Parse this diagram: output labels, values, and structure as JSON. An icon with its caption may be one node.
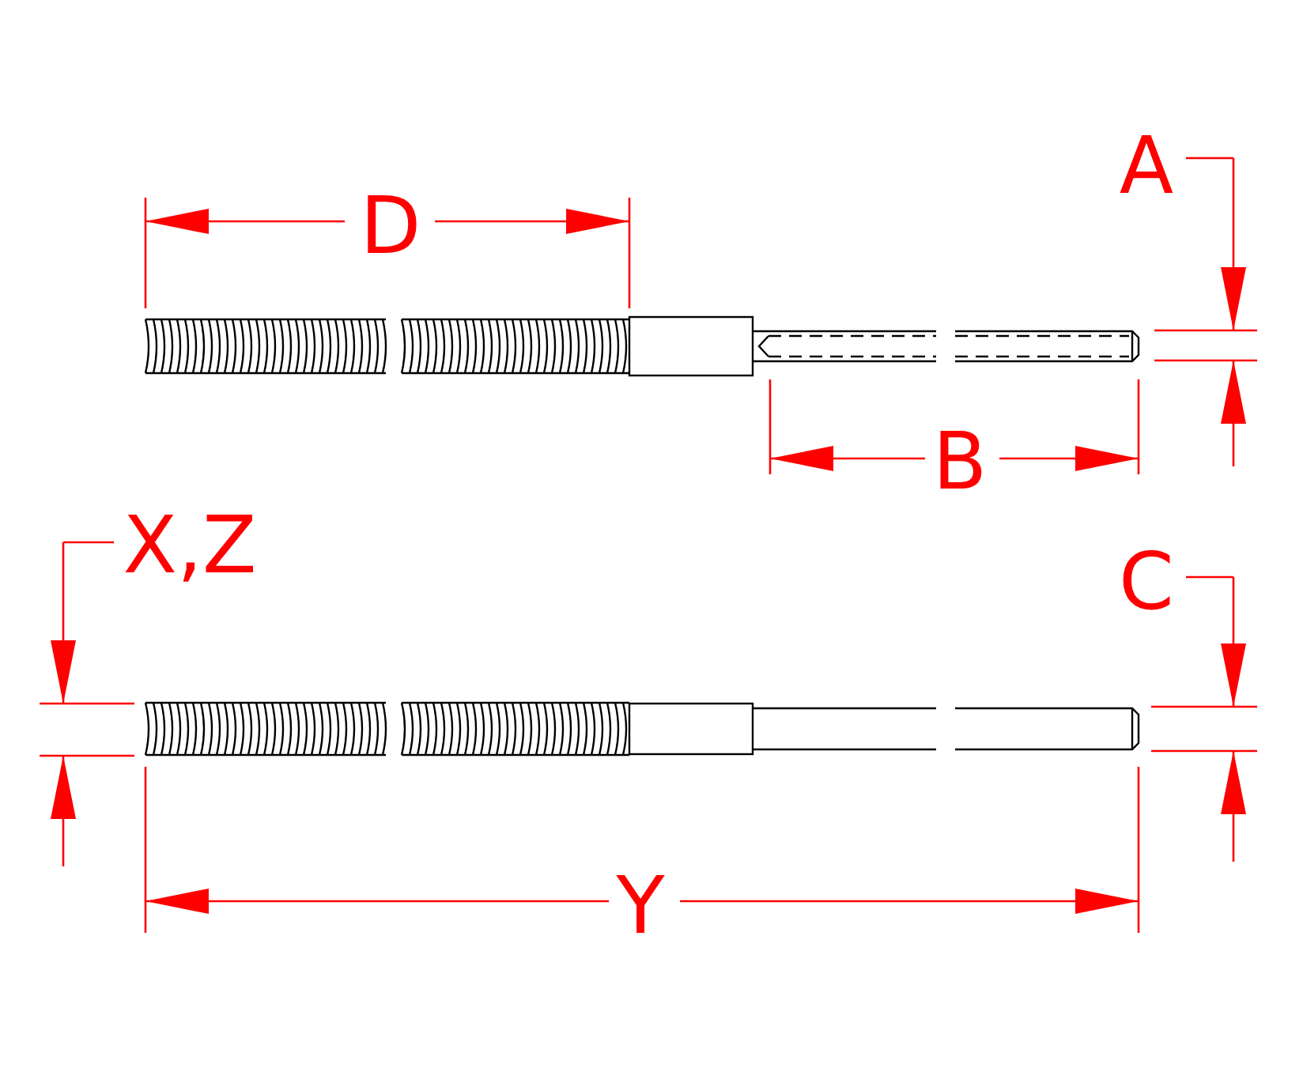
{
  "diagram": {
    "labels": [
      "A",
      "D",
      "B",
      "X,Z",
      "C",
      "Y"
    ]
  }
}
